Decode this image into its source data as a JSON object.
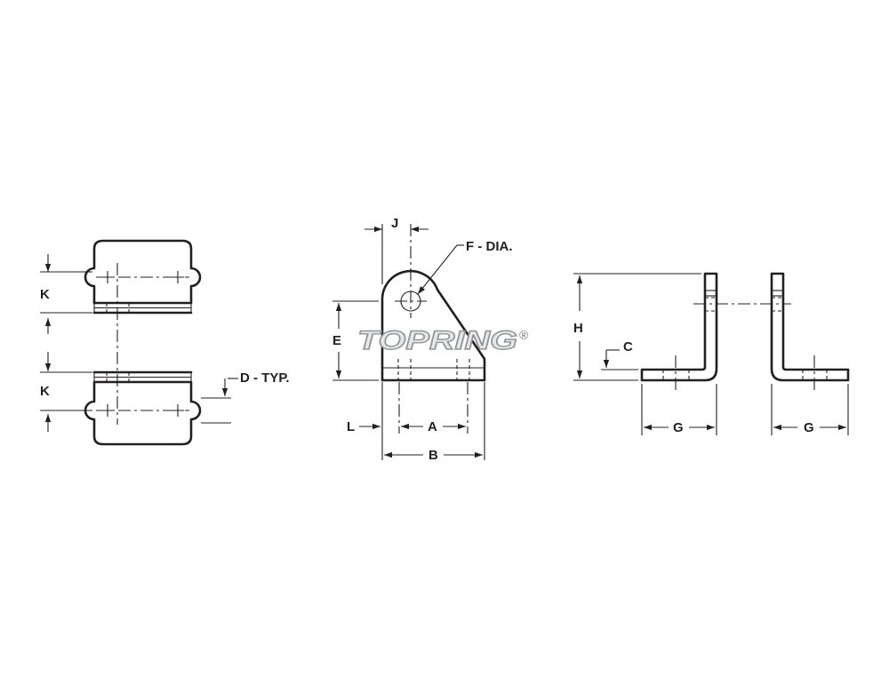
{
  "dimensions": {
    "k_top": "K",
    "k_bottom": "K",
    "d_typ": "D - TYP.",
    "j": "J",
    "f_dia": "F - DIA.",
    "e": "E",
    "l": "L",
    "a": "A",
    "b": "B",
    "h": "H",
    "c": "C",
    "g_left": "G",
    "g_right": "G"
  },
  "watermark": {
    "brand": "TOPRING",
    "registered_mark": "®"
  },
  "colors": {
    "line": "#231f20",
    "watermark_fill": "#e6e7e8",
    "watermark_stroke": "#939598"
  }
}
